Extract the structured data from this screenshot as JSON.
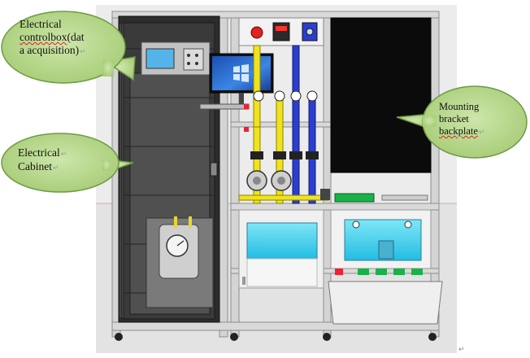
{
  "callouts": {
    "control_box": {
      "line1": "Electrical",
      "line2_a": "controlbox",
      "line2_b": "(dat",
      "line3": "a acquisition)"
    },
    "cabinet": {
      "line1": "Electrical",
      "line2": "Cabinet"
    },
    "bracket": {
      "line1": "Mounting",
      "line2": "bracket",
      "line3": "backplate"
    }
  },
  "paragraph_mark": "↵",
  "colors": {
    "callout_fill": "#b5d78a",
    "callout_stroke": "#6f9a45",
    "frame": "#c9c9c9",
    "cabinet": "#2c2c2c",
    "backplate": "#0b0b0b",
    "pipe_yellow": "#f0e21c",
    "pipe_blue": "#2a3fd0",
    "water": "#3fd2f0",
    "monitor": "#2f6fd6"
  },
  "icons": [
    "monitor-icon",
    "pressure-gauge-icon",
    "pump-icon",
    "caster-wheel-icon"
  ]
}
